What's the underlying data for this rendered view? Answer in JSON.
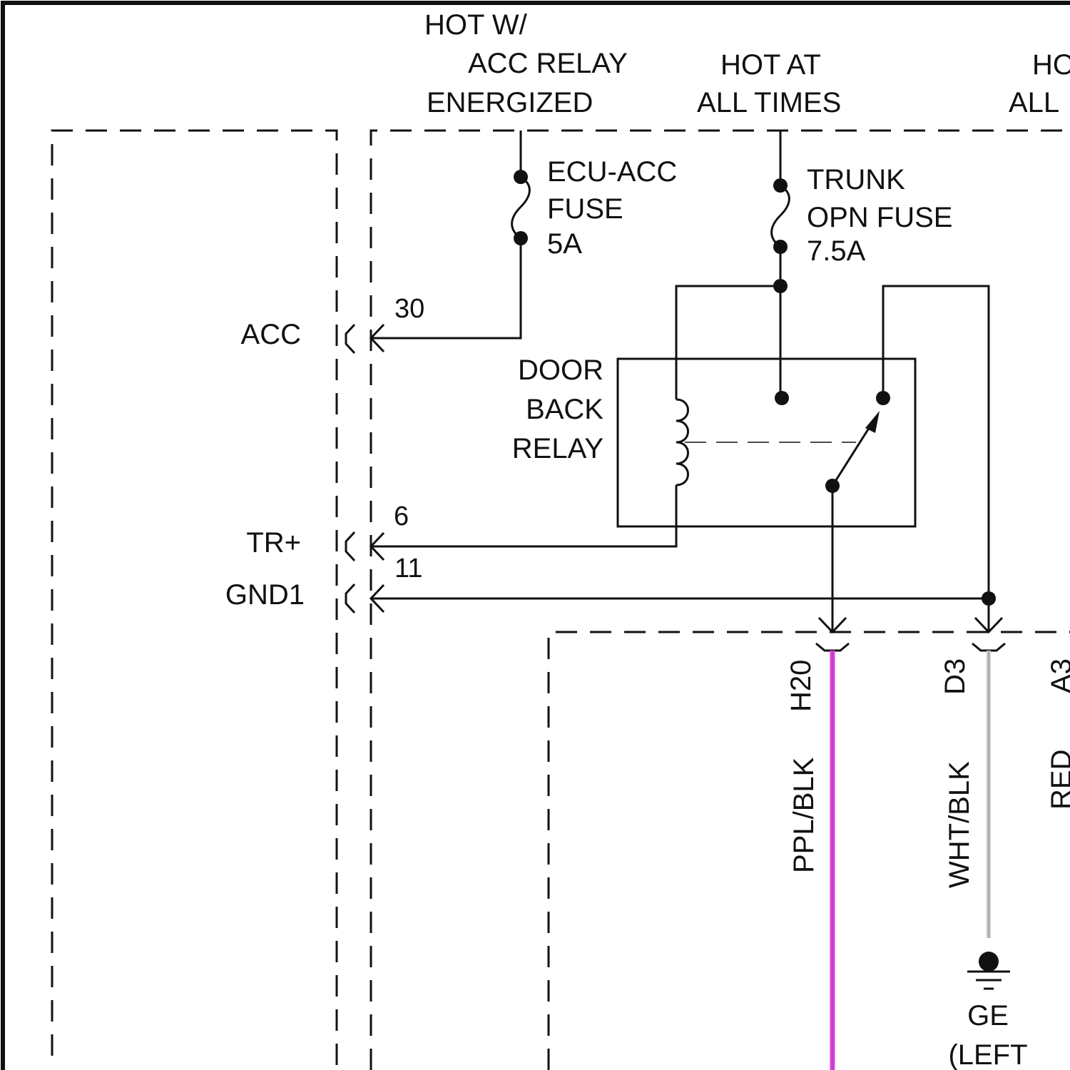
{
  "sources": {
    "acc_relay": [
      "HOT W/",
      "ACC RELAY",
      "ENERGIZED"
    ],
    "hot_all_times": [
      "HOT AT",
      "ALL TIMES"
    ],
    "hot_partial": [
      "HO",
      "ALL"
    ]
  },
  "fuses": {
    "ecu_acc": [
      "ECU-ACC",
      "FUSE",
      "5A"
    ],
    "trunk_opn": [
      "TRUNK",
      "OPN FUSE",
      "7.5A"
    ]
  },
  "relay": {
    "label": [
      "DOOR",
      "BACK",
      "RELAY"
    ]
  },
  "terminals": [
    {
      "name": "ACC",
      "pin": "30"
    },
    {
      "name": "TR+",
      "pin": "6"
    },
    {
      "name": "GND1",
      "pin": "11"
    }
  ],
  "connectors": [
    {
      "id": "H20",
      "wire": "PPL/BLK",
      "color": "#e040e0"
    },
    {
      "id": "D3",
      "wire": "WHT/BLK",
      "color": "#c8c8c8"
    },
    {
      "id": "A3",
      "wire": "RED"
    }
  ],
  "ground": {
    "label": [
      "GE",
      "(LEFT"
    ]
  },
  "colors": {
    "line": "#111111",
    "ppl_blk": "#e040e0",
    "wht_blk": "#c8c8c8"
  }
}
